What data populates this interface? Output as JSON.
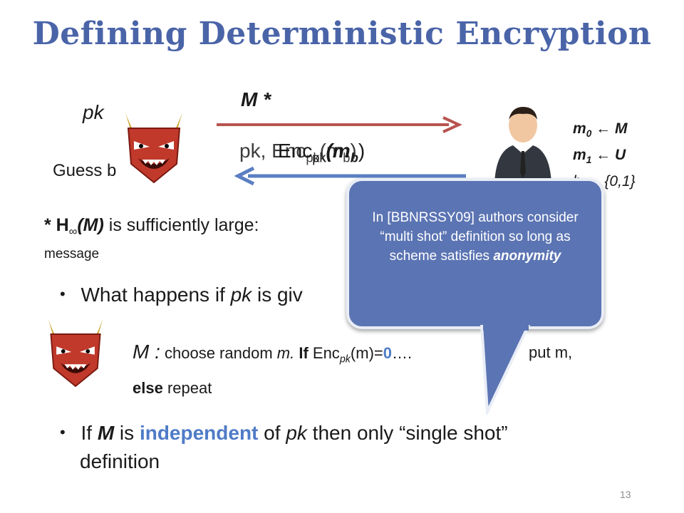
{
  "title": "Defining Deterministic Encryption",
  "diagram": {
    "pk_label": "pk",
    "guess_label": "Guess b",
    "arrow_top_label": "M *",
    "arrow_bottom_overlap": "pk, Enc",
    "arrow_bottom_enc": "Enc",
    "arrow_bottom_sub": "pk",
    "arrow_bottom_m": "(m",
    "arrow_bottom_b": "b",
    "arrow_bottom_close": ")",
    "right_lines": [
      {
        "var": "m",
        "sub": "0",
        "rhs": "M"
      },
      {
        "var": "m",
        "sub": "1",
        "rhs": "U"
      },
      {
        "var": "b",
        "sub": "",
        "rhs": "{0,1}"
      }
    ],
    "arrow_left_glyph": "←"
  },
  "footnote": {
    "star": "* H",
    "inf": "∞",
    "paren_m": "(M)",
    "text": " is sufficiently large:",
    "line2": "message"
  },
  "bullet1": {
    "prefix": "What happens if ",
    "pk": "pk",
    "suffix": " is giv"
  },
  "adversary_line": {
    "M": "M :",
    "text1": " choose random ",
    "m": "m.",
    "if": " If ",
    "enc": "Enc",
    "sub": "pk",
    "eq": "(m)=",
    "zero": "0",
    "dots": "….",
    "tail": "put m,",
    "else": "else",
    "repeat": " repeat"
  },
  "bullet2": {
    "prefix": "If ",
    "M": "M",
    "is": " is ",
    "independent": "independent",
    "of": " of ",
    "pk": "pk",
    "rest": " then only “single shot”",
    "line2": "definition"
  },
  "callout": {
    "text": "In [BBNRSSY09] authors consider “multi shot” definition so long as scheme satisfies ",
    "emph": "anonymity"
  },
  "page_number": "13",
  "colors": {
    "title": "#4a64a8",
    "arrow_top": "#b85450",
    "arrow_bottom": "#5b7fc2",
    "callout": "#5b74b3",
    "highlight": "#4f7bc7"
  }
}
